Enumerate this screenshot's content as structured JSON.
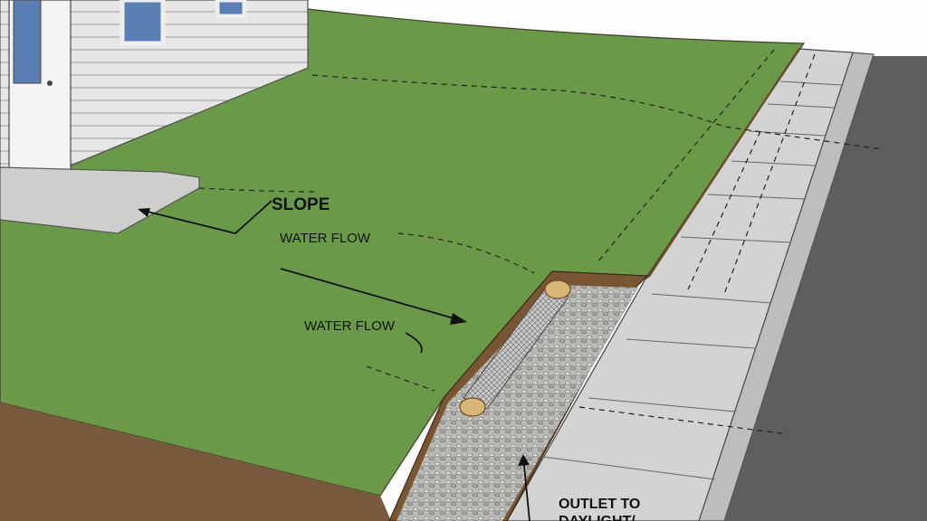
{
  "labels": {
    "slope": "SLOPE",
    "water_flow_1": "WATER FLOW",
    "water_flow_2": "WATER FLOW",
    "outlet_line1": "OUTLET TO",
    "outlet_line2": "DAYLIGHT/"
  },
  "colors": {
    "lawn": "#6a9a48",
    "soil": "#7a5a3e",
    "gravel": "#b8b8b4",
    "sidewalk": "#d2d2d0",
    "road": "#5e5e5e",
    "siding": "#e4e4e4",
    "window": "#5a7fb5"
  }
}
